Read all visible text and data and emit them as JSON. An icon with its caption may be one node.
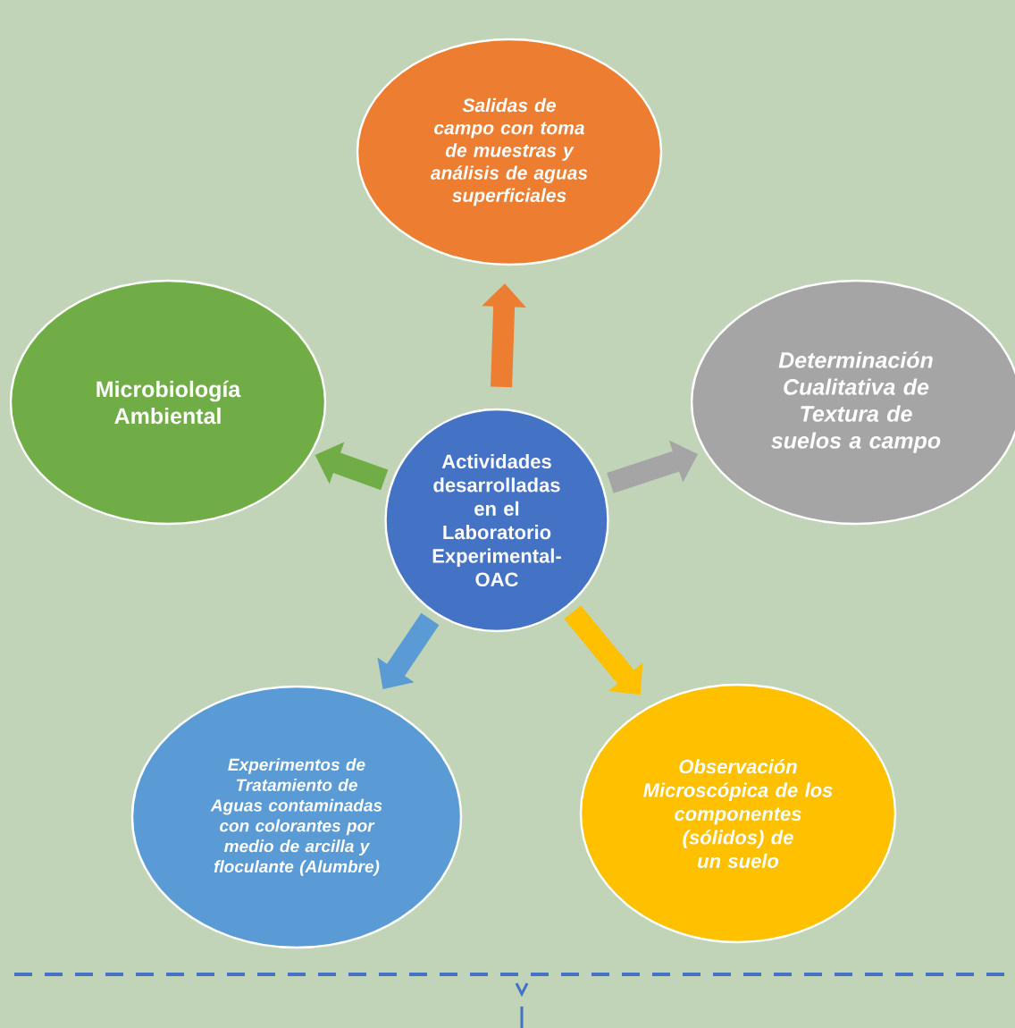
{
  "diagram": {
    "nodes": [
      {
        "text": [
          "Salidas de campo con toma de muestras y análisis de aguas superficiales"
        ]
      },
      {
        "text": [
          "Microbiología Ambiental"
        ]
      },
      {
        "text": [
          "Determinación Cualitativa de Textura de suelos a campo"
        ]
      },
      {
        "text": [
          "Actividades desarrolladas en el Laboratorio Experimental-OAC"
        ]
      },
      {
        "text": [
          "Experimentos de Tratamiento de Aguas contaminadas con colorantes por medio de arcilla y floculante (Alumbre)"
        ]
      },
      {
        "text": [
          "Observación Microscópica de los componentes (sólidos) de un suelo"
        ]
      }
    ],
    "edges": [
      {
        "from": 3,
        "to": 0,
        "arrow": "to",
        "color": "#ed7d31"
      },
      {
        "from": 3,
        "to": 1,
        "arrow": "to",
        "color": "#70ad47"
      },
      {
        "from": 3,
        "to": 2,
        "arrow": "to",
        "color": "#a5a5a5"
      },
      {
        "from": 3,
        "to": 4,
        "arrow": "to",
        "color": "#5b9bd5"
      },
      {
        "from": 3,
        "to": 5,
        "arrow": "to",
        "color": "#ffc000"
      }
    ]
  }
}
